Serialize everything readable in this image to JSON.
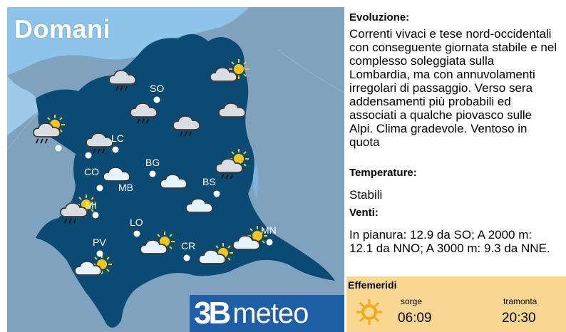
{
  "map": {
    "title": "Domani",
    "cities": [
      {
        "id": "so",
        "label": "SO"
      },
      {
        "id": "lc",
        "label": "LC"
      },
      {
        "id": "co",
        "label": "CO"
      },
      {
        "id": "bg",
        "label": "BG"
      },
      {
        "id": "mb",
        "label": "MB"
      },
      {
        "id": "bs",
        "label": "BS"
      },
      {
        "id": "mi",
        "label": "MI"
      },
      {
        "id": "lo",
        "label": "LO"
      },
      {
        "id": "pv",
        "label": "PV"
      },
      {
        "id": "cr",
        "label": "CR"
      },
      {
        "id": "mn",
        "label": "MN"
      }
    ],
    "weather_icons": [
      "rain-cloud-icon",
      "sun-cloud-icon",
      "rain-cloud-icon",
      "cloud-icon",
      "rain-cloud-icon",
      "sun-rain-cloud-icon",
      "rain-cloud-icon",
      "cloud-icon",
      "cloud-icon",
      "sun-rain-cloud-icon",
      "cloud-icon",
      "sun-rain-cloud-icon",
      "sun-cloud-icon",
      "sun-cloud-icon",
      "sun-cloud-icon",
      "sun-cloud-icon"
    ]
  },
  "logo": {
    "num": "3B",
    "word": "meteo"
  },
  "panel": {
    "evoluzione_label": "Evoluzione:",
    "evoluzione_text": "Correnti vivaci e tese nord-occidentali con conseguente giornata stabile e nel complesso soleggiata sulla Lombardia, ma con annuvolamenti irregolari di passaggio. Verso sera addensamenti più probabili ed associati a qualche piovasco sulle Alpi. Clima gradevole. Ventoso in quota",
    "temperature_label": "Temperature:",
    "temperature_text": "Stabili",
    "venti_label": "Venti:",
    "venti_text": "In pianura: 12.9 da SO; A 2000 m: 12.1 da NNO; A 3000 m: 9.3 da NNE."
  },
  "effemeridi": {
    "title": "Effemeridi",
    "sorge_label": "sorge",
    "sorge_time": "06:09",
    "tramonta_label": "tramonta",
    "tramonta_time": "20:30"
  },
  "colors": {
    "region": "#0b4a72",
    "surround": "#7fa3bf",
    "sky": "#8ec3ea",
    "effemeridi_bg": "#fbd891",
    "logo_bg": "#1f5fa6"
  }
}
